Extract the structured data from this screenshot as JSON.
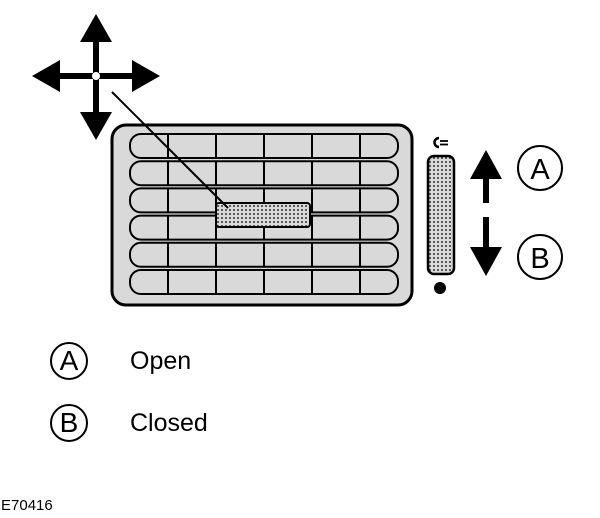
{
  "diagram": {
    "callouts": {
      "a": "A",
      "b": "B"
    },
    "legend": [
      {
        "letter": "A",
        "label": "Open"
      },
      {
        "letter": "B",
        "label": "Closed"
      }
    ],
    "figure_code": "E70416",
    "colors": {
      "stroke": "#000000",
      "panel_fill": "#d9d9d9",
      "background": "#ffffff"
    },
    "icons": [
      "four-way-arrow-icon",
      "up-arrow-icon",
      "down-arrow-icon",
      "thumbwheel-icon"
    ]
  }
}
